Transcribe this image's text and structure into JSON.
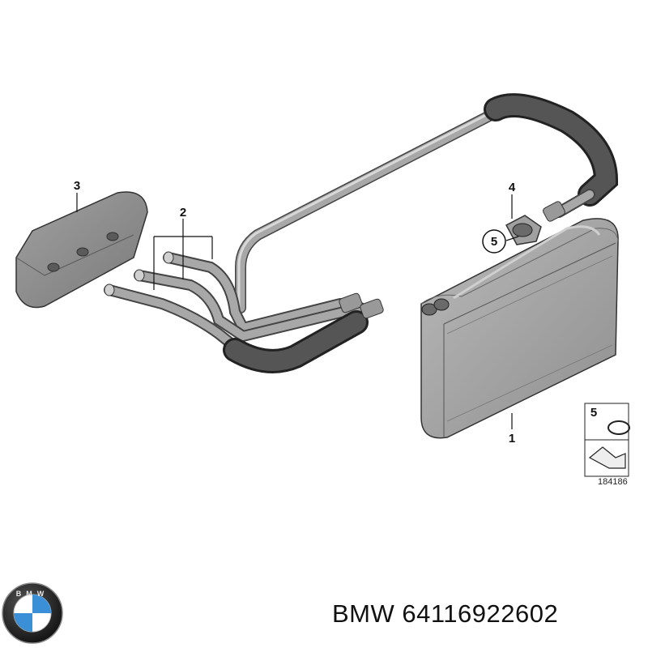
{
  "callouts": {
    "heater_core": "1",
    "pipe_set": "2",
    "seal_pad": "3",
    "clip": "4",
    "o_ring": "5",
    "legend_o_ring": "5"
  },
  "figure_number": "184186",
  "logo": {
    "text": "BMW"
  },
  "caption": {
    "brand": "BMW",
    "part_number": "64116922602"
  },
  "colors": {
    "pipe": "#9a9a9a",
    "pipe_highlight": "#c9c9c9",
    "hose": "#4a4a4a",
    "radiator": "#a8a8a8",
    "logo_blue": "#3a8fd6",
    "logo_ring": "#1a1a1a"
  }
}
